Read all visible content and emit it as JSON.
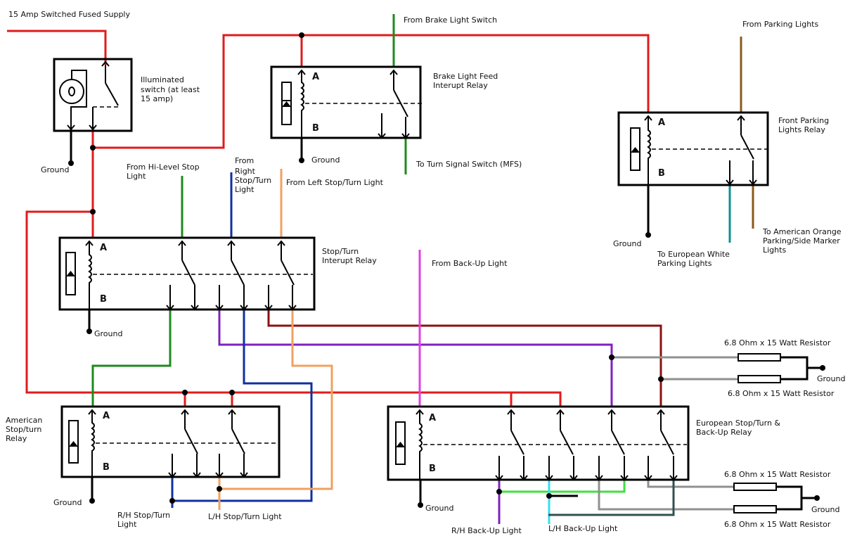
{
  "colors": {
    "red": "#e01b1b",
    "green": "#1e8a1e",
    "blue": "#1030a0",
    "orange": "#f0a060",
    "magenta": "#e040e0",
    "purple": "#8020c0",
    "dark_red": "#8b1010",
    "brown": "#8b5a1a",
    "teal": "#109090",
    "light_green": "#40e040",
    "cyan": "#30e0f0",
    "gray": "#909090",
    "dark_teal": "#305050"
  },
  "labels": {
    "supply": "15 Amp Switched Fused Supply",
    "switch_1": "Illuminated",
    "switch_2": "switch (at least",
    "switch_3": "15 amp)",
    "ground": "Ground",
    "brake_switch": "From Brake Light Switch",
    "brake_relay_1": "Brake Light Feed",
    "brake_relay_2": "Interupt Relay",
    "turn_switch": "To Turn Signal Switch (MFS)",
    "parking_from": "From Parking Lights",
    "front_parking_1": "Front Parking",
    "front_parking_2": "Lights Relay",
    "to_american_1": "To American Orange",
    "to_american_2": "Parking/Side Marker",
    "to_american_3": "Lights",
    "to_european_1": "To European White",
    "to_european_2": "Parking Lights",
    "hi_level_1": "From Hi-Level Stop",
    "hi_level_2": "Light",
    "right_1": "From",
    "right_2": "Right",
    "right_3": "Stop/Turn",
    "right_4": "Light",
    "left_stop": "From Left Stop/Turn Light",
    "stop_turn_1": "Stop/Turn",
    "stop_turn_2": "Interupt Relay",
    "backup_from": "From Back-Up Light",
    "resistor": "6.8 Ohm x 15 Watt Resistor",
    "american_1": "American",
    "american_2": "Stop/turn",
    "american_3": "Relay",
    "european_1": "European Stop/Turn &",
    "european_2": "Back-Up Relay",
    "rh_stop_1": "R/H Stop/Turn",
    "rh_stop_2": "Light",
    "lh_stop": "L/H Stop/Turn Light",
    "rh_backup": "R/H Back-Up Light",
    "lh_backup": "L/H Back-Up Light",
    "pin_a": "A",
    "pin_b": "B"
  }
}
